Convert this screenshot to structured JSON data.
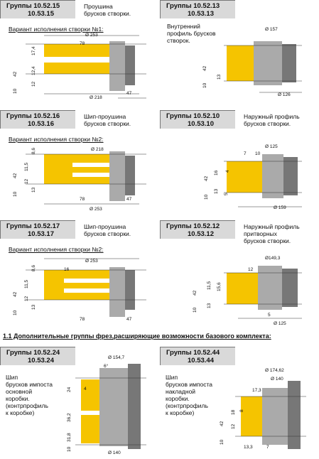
{
  "panels": [
    {
      "group1": "Группы 10.52.15",
      "group2": "10.53.15",
      "desc": [
        "Проушина",
        "брусков створки."
      ],
      "variant": "Вариант исполнения створки №1:",
      "dims": [
        "Ø 253",
        "78",
        "17,4",
        "42",
        "12,4",
        "12",
        "10",
        "Ø 218",
        "47"
      ]
    },
    {
      "group1": "Группы 10.52.13",
      "group2": "10.53.13",
      "desc": [
        "Внутренний",
        "профиль брусков",
        "створок."
      ],
      "dims": [
        "Ø 157",
        "42",
        "13",
        "10",
        "Ø 126"
      ]
    },
    {
      "group1": "Группы 10.52.16",
      "group2": "10.53.16",
      "desc": [
        "Шип-проушина",
        "брусков створки."
      ],
      "variant": "Вариант исполнения створки №2:",
      "dims": [
        "8,6",
        "Ø 218",
        "11,5",
        "42",
        "12",
        "13",
        "10",
        "78",
        "47",
        "Ø 253"
      ]
    },
    {
      "group1": "Группы 10.52.10",
      "group2": "10.53.10",
      "desc": [
        "Наружный профиль",
        "брусков створки."
      ],
      "dims": [
        "Ø 125",
        "7",
        "10",
        "16",
        "4",
        "42",
        "13",
        "5",
        "10",
        "Ø 159"
      ]
    },
    {
      "group1": "Группы 10.52.17",
      "group2": "10.53.17",
      "desc": [
        "Шип-проушина",
        "брусков створки."
      ],
      "variant": "Вариант исполнения створки №2:",
      "dims": [
        "Ø 253",
        "8,6",
        "16",
        "11,5",
        "42",
        "12",
        "13",
        "10",
        "78",
        "47"
      ]
    },
    {
      "group1": "Группы 10.52.12",
      "group2": "10.53.12",
      "desc": [
        "Наружный профиль",
        "притворных",
        "брусков створки."
      ],
      "dims": [
        "Ø149,3",
        "12",
        "42",
        "11,5",
        "15,6",
        "13",
        "10",
        "5",
        "Ø 125"
      ]
    },
    {
      "group1": "Группы 10.52.24",
      "group2": "10.53.24",
      "desc": [
        "Шип",
        "брусков импоста",
        "основной",
        "коробки.",
        "(контрпрофиль",
        "к коробке)"
      ],
      "dims": [
        "Ø 154,7",
        "6°",
        "24",
        "4",
        "36,2",
        "31,8",
        "10",
        "Ø 140"
      ]
    },
    {
      "group1": "Группы 10.52.44",
      "group2": "10.53.44",
      "desc": [
        "Шип",
        "брусков импоста",
        "накладной",
        "коробки.",
        "(контрпрофиль",
        "к коробке)"
      ],
      "dims": [
        "Ø 174,62",
        "Ø 140",
        "17,3",
        "42",
        "18",
        "8",
        "12",
        "10",
        "13,3",
        "7"
      ]
    }
  ],
  "section_title": "1.1  Дополнительные группы фрез,расширяющие возможности базового комплекта:",
  "colors": {
    "accent": "#f5c400",
    "header_bg": "#d9d9d9",
    "tool": "#9a9a9a"
  }
}
